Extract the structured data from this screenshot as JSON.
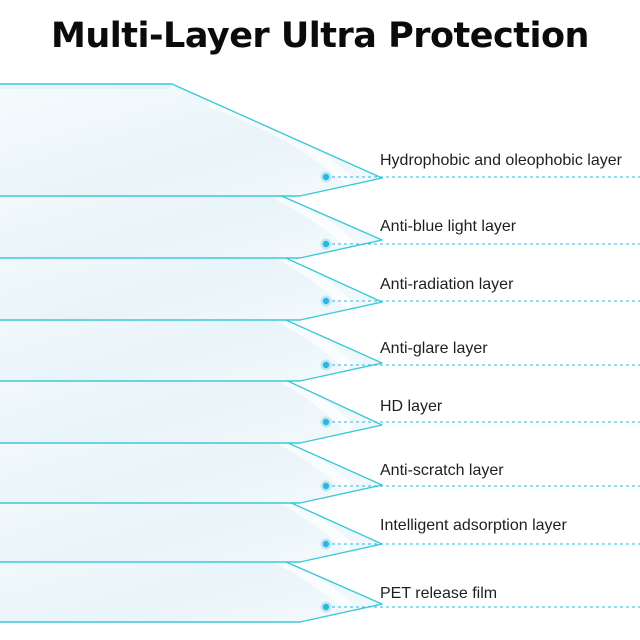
{
  "header": {
    "title": "Multi-Layer Ultra Protection"
  },
  "layers": [
    {
      "label": "Hydrophobic and oleophobic layer"
    },
    {
      "label": "Anti-blue light layer"
    },
    {
      "label": "Anti-radiation layer"
    },
    {
      "label": "Anti-glare layer"
    },
    {
      "label": "HD layer"
    },
    {
      "label": "Anti-scratch layer"
    },
    {
      "label": "Intelligent adsorption layer"
    },
    {
      "label": "PET release film"
    }
  ],
  "colors": {
    "title": "#0b0b0b",
    "layer_outline": "#3cc9d6",
    "layer_fill": "#eef7fb",
    "leader_dot": "#2bb7e0",
    "label_text": "#1f1f1f"
  }
}
